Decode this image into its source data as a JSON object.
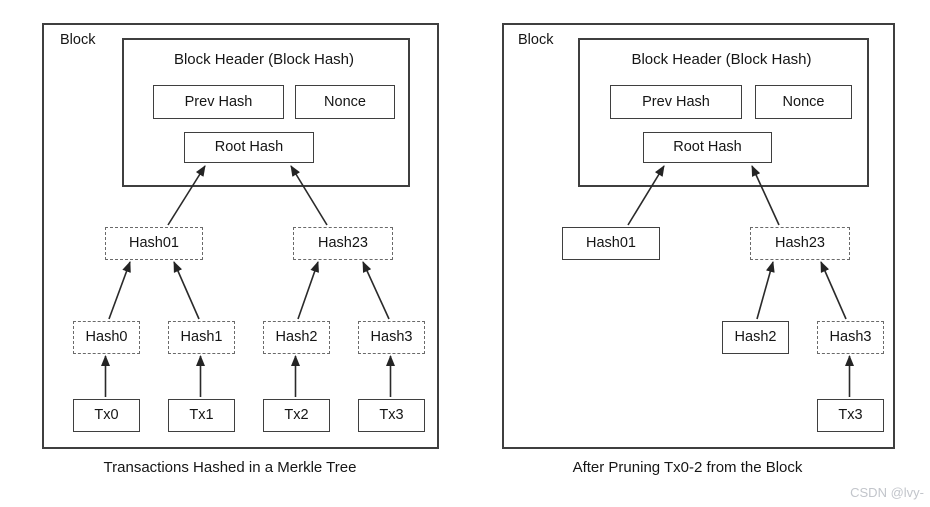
{
  "watermark": {
    "text": "CSDN @lvy-",
    "color": "#c2c5cb"
  },
  "colors": {
    "background": "#ffffff",
    "solid_border": "#3f3f3f",
    "dashed_border": "#6a6a6a",
    "arrow": "#242424",
    "text": "#151515",
    "watermark": "#c2c5cb"
  },
  "left_panel": {
    "block_label": "Block",
    "header_title": "Block Header (Block Hash)",
    "prev_hash_label": "Prev Hash",
    "nonce_label": "Nonce",
    "root_hash_label": "Root Hash",
    "hash01_label": "Hash01",
    "hash23_label": "Hash23",
    "hash0_label": "Hash0",
    "hash1_label": "Hash1",
    "hash2_label": "Hash2",
    "hash3_label": "Hash3",
    "tx0_label": "Tx0",
    "tx1_label": "Tx1",
    "tx2_label": "Tx2",
    "tx3_label": "Tx3",
    "caption": "Transactions Hashed in a Merkle Tree"
  },
  "right_panel": {
    "block_label": "Block",
    "header_title": "Block Header (Block Hash)",
    "prev_hash_label": "Prev Hash",
    "nonce_label": "Nonce",
    "root_hash_label": "Root Hash",
    "hash01_label": "Hash01",
    "hash23_label": "Hash23",
    "hash2_label": "Hash2",
    "hash3_label": "Hash3",
    "tx3_label": "Tx3",
    "caption": "After Pruning Tx0-2 from the Block"
  }
}
